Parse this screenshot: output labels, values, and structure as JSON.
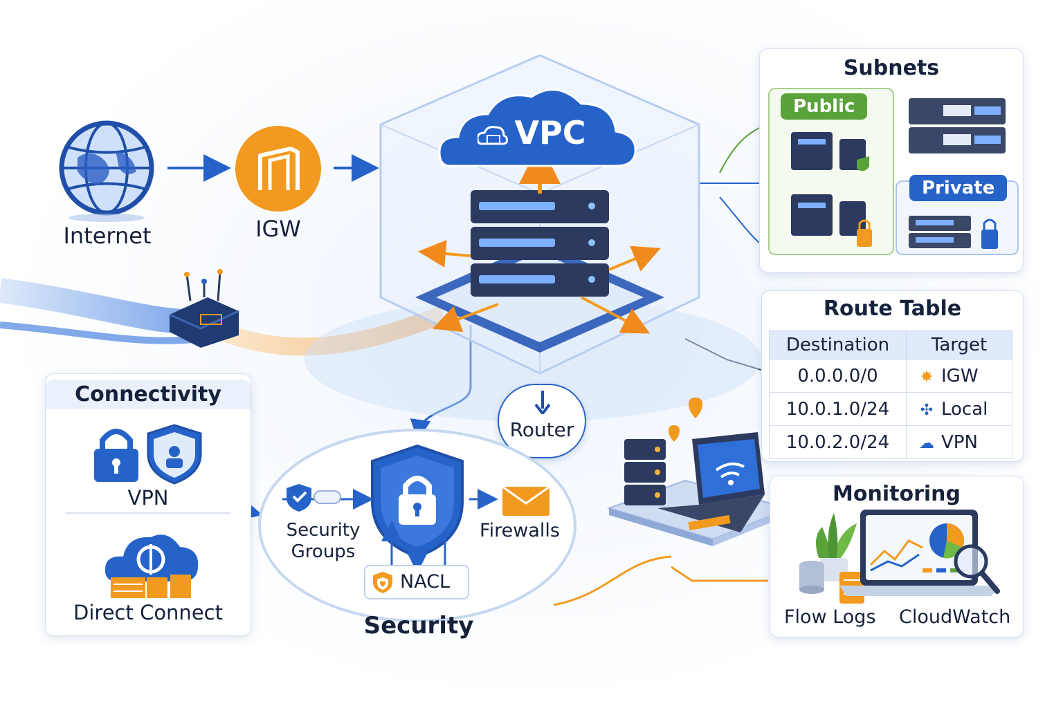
{
  "internet": {
    "label": "Internet"
  },
  "igw": {
    "label": "IGW"
  },
  "vpc": {
    "label": "VPC"
  },
  "router": {
    "label": "Router"
  },
  "subnets": {
    "title": "Subnets",
    "public_label": "Public",
    "private_label": "Private"
  },
  "route_table": {
    "title": "Route Table",
    "headers": [
      "Destination",
      "Target"
    ],
    "rows": [
      {
        "destination": "0.0.0.0/0",
        "target": "IGW"
      },
      {
        "destination": "10.0.1.0/24",
        "target": "Local"
      },
      {
        "destination": "10.0.2.0/24",
        "target": "VPN"
      }
    ]
  },
  "connectivity": {
    "title": "Connectivity",
    "vpn_label": "VPN",
    "direct_connect_label": "Direct Connect"
  },
  "security": {
    "title": "Security",
    "groups_line1": "Security",
    "groups_line2": "Groups",
    "firewalls_label": "Firewalls",
    "nacl_label": "NACL"
  },
  "monitoring": {
    "title": "Monitoring",
    "flow_logs_label": "Flow Logs",
    "cloudwatch_label": "CloudWatch"
  },
  "colors": {
    "blue": "#2563c9",
    "orange": "#f29a1f",
    "green": "#5aa23a",
    "navy": "#16213b"
  }
}
